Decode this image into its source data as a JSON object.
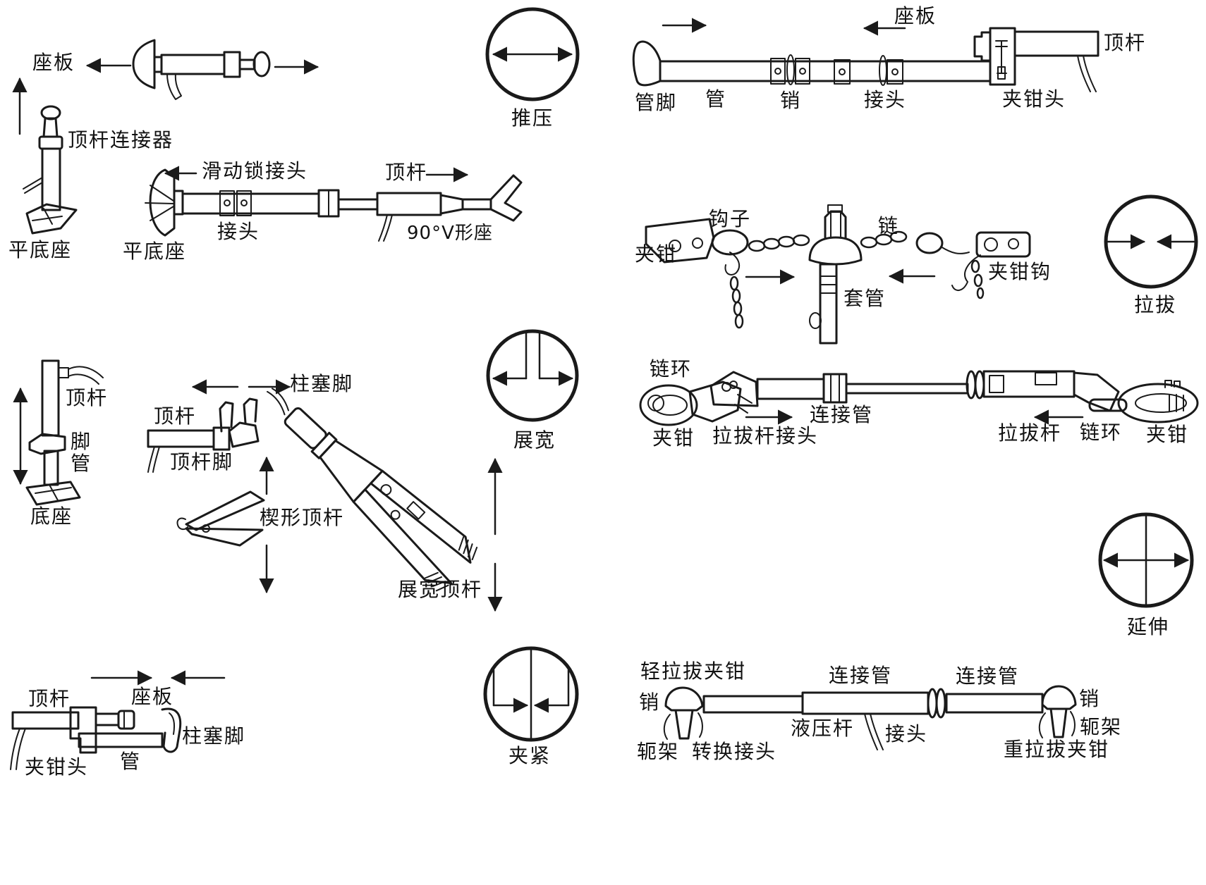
{
  "ink": "#1a1a1a",
  "figure": {
    "pump_group": {
      "seat_plate": "座板",
      "ram_connector": "顶杆连接器",
      "flat_base": "平底座"
    },
    "slide_ram_group": {
      "flat_base": "平底座",
      "slide_lock_joint": "滑动锁接头",
      "joint": "接头",
      "ram": "顶杆",
      "v_seat": "90°V形座"
    },
    "action_push": "推压",
    "tube_group": {
      "tube_foot": "管脚",
      "tube": "管",
      "pin": "销",
      "joint": "接头",
      "clamp_head": "夹钳头",
      "seat_plate": "座板",
      "ram": "顶杆"
    },
    "chain_group": {
      "clamp": "夹钳",
      "hook": "钩子",
      "chain": "链",
      "sleeve": "套管",
      "clamp_hook": "夹钳钩"
    },
    "action_pull": "拉拔",
    "jack_group": {
      "ram": "顶杆",
      "foot_tube": "脚\n管",
      "base": "底座"
    },
    "ram_foot_group": {
      "ram": "顶杆",
      "ram_foot": "顶杆脚",
      "plunger_foot": "柱塞脚"
    },
    "wedge_group": {
      "wedge_ram": "楔形顶杆"
    },
    "spreader_group": {
      "spread_ram": "展宽顶杆"
    },
    "action_spread": "展宽",
    "pull_rod_group": {
      "chain_link_left": "链环",
      "clamp_left": "夹钳",
      "pull_rod_joint": "拉拔杆接头",
      "connect_tube": "连接管",
      "pull_rod": "拉拔杆",
      "chain_link_right": "链环",
      "clamp_right": "夹钳"
    },
    "clamp_group": {
      "ram": "顶杆",
      "seat_plate": "座板",
      "plunger_foot": "柱塞脚",
      "tube": "管",
      "clamp_head": "夹钳头"
    },
    "action_clamp": "夹紧",
    "extend_group": {
      "light_pull_clamp": "轻拉拔夹钳",
      "pin_left": "销",
      "yoke_left": "轭架",
      "convert_joint": "转换接头",
      "hydraulic_rod": "液压杆",
      "connect_tube_1": "连接管",
      "joint": "接头",
      "connect_tube_2": "连接管",
      "pin_right": "销",
      "yoke_right": "轭架",
      "heavy_pull_clamp": "重拉拔夹钳"
    },
    "action_extend": "延伸"
  }
}
